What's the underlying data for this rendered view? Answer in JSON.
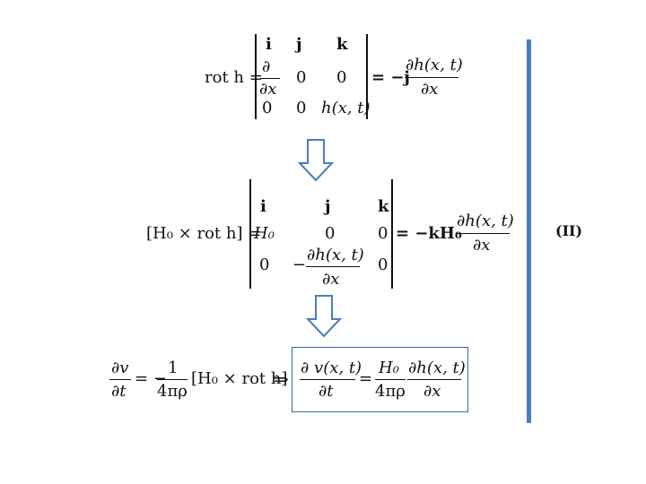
{
  "eq1": {
    "lhs": "rot h =",
    "row1": [
      "i",
      "j",
      "k"
    ],
    "row2": [
      "∂",
      "0",
      "0"
    ],
    "row2_den": "∂x",
    "row3": [
      "0",
      "0",
      "h(x, t)"
    ],
    "rhs_prefix": "= −j",
    "rhs_num": "∂h(x, t)",
    "rhs_den": "∂x"
  },
  "eq2": {
    "lhs": "[H₀ × rot h] =",
    "row1": [
      "i",
      "j",
      "k"
    ],
    "row2": [
      "H₀",
      "0",
      "0"
    ],
    "row3_first": "0",
    "row3_minus": "−",
    "row3_num": "∂h(x, t)",
    "row3_den": "∂x",
    "row3_last": "0",
    "rhs_prefix": "= −kH₀",
    "rhs_num": "∂h(x, t)",
    "rhs_den": "∂x"
  },
  "eq3": {
    "lhs_num": "∂v",
    "lhs_den": "∂t",
    "equals_minus": "= −",
    "coef_num": "1",
    "coef_den": "4πρ",
    "bracket": "[H₀ × rot h]",
    "implies": "⇒",
    "res_lhs_num": "∂ v(x, t)",
    "res_lhs_den": "∂t",
    "res_eq": "=",
    "res_coef_num": "H₀",
    "res_coef_den": "4πρ",
    "res_rhs_num": "∂h(x, t)",
    "res_rhs_den": "∂x"
  },
  "eq_label": "(II)",
  "colors": {
    "accent_bar": "#4a7ebb",
    "box_border": "#3a64a8",
    "arrow": "#4a7ebb"
  }
}
